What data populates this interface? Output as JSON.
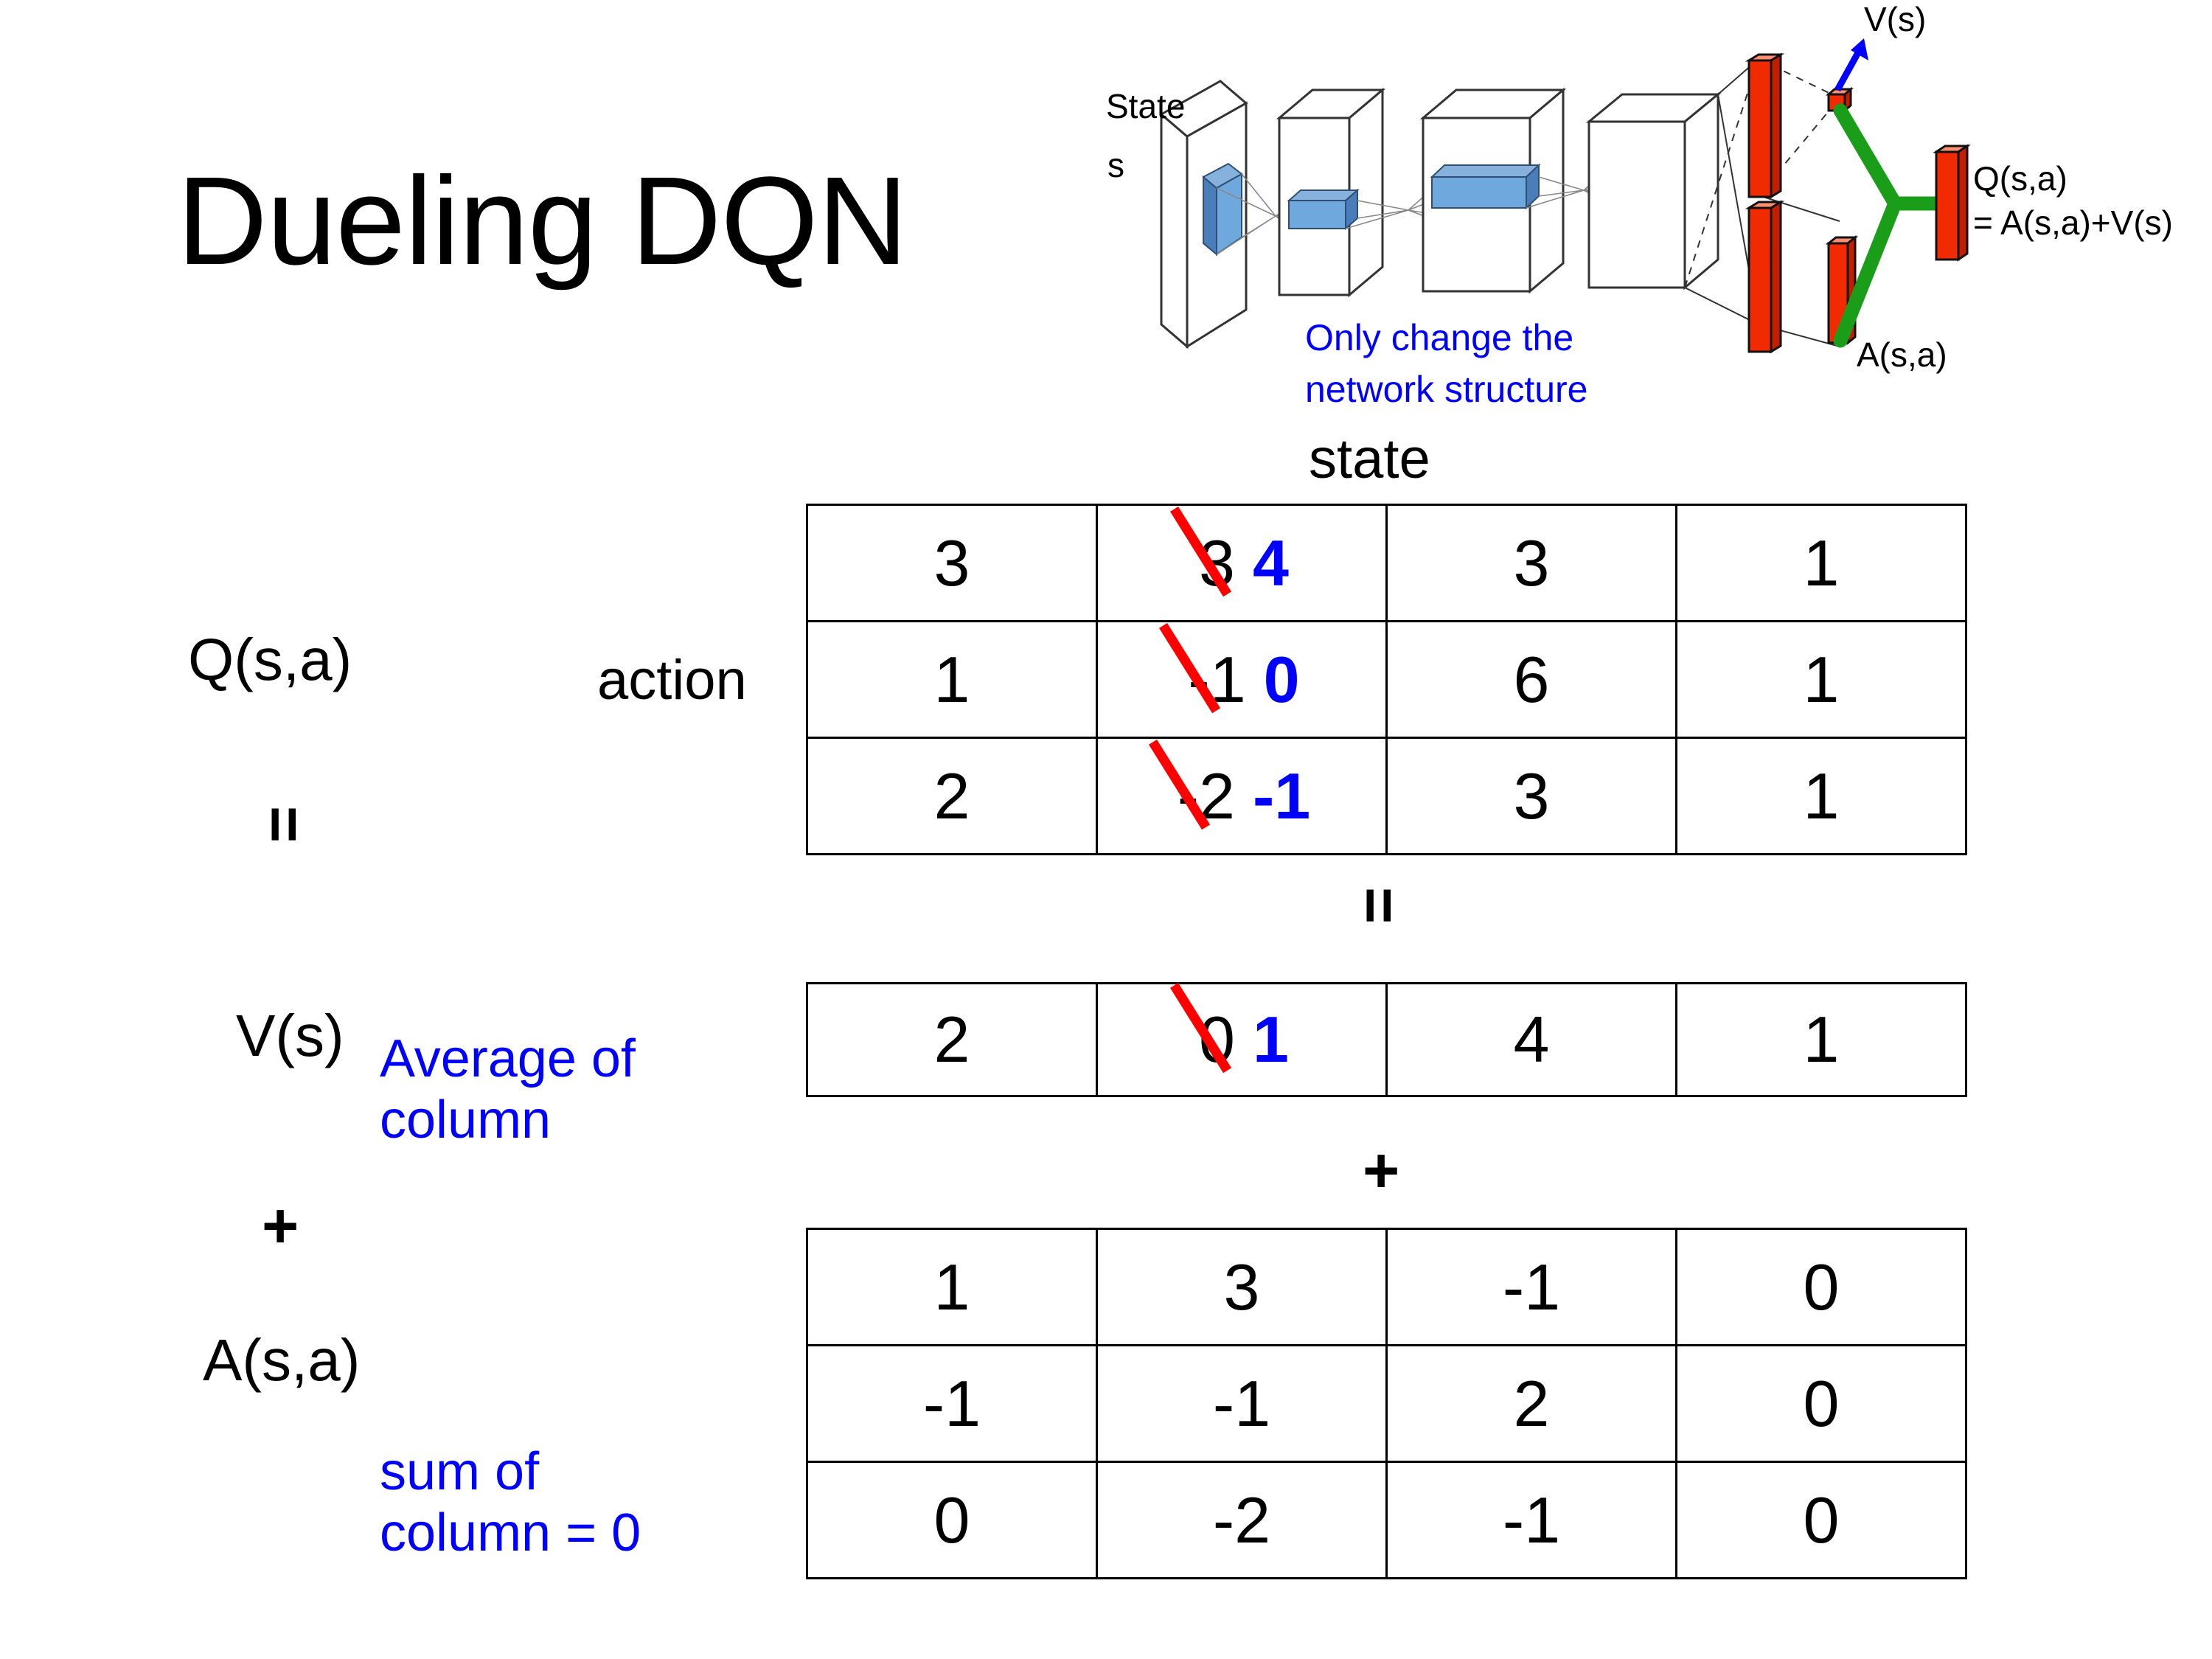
{
  "slide": {
    "title": "Dueling DQN"
  },
  "labels": {
    "q_label": "Q(s,a)",
    "v_label": "V(s)",
    "a_label": "A(s,a)",
    "action_axis": "action",
    "state_axis": "state",
    "equals_left": "=",
    "plus_left": "+",
    "equals_mid": "=",
    "plus_mid": "+"
  },
  "notes": {
    "average_of_column": "Average of\ncolumn",
    "sum_of_column": "sum of\ncolumn = 0",
    "network_note": "Only change the\nnetwork structure"
  },
  "colors": {
    "new_value": "#0000ff",
    "strikethrough": "#ff0000",
    "note_blue": "#0000ff",
    "bar_red": "#ff2a00",
    "join_green": "#1a9e1a",
    "arrow_blue": "#0000ff",
    "filter_blue": "#6fa8dc"
  },
  "tables": {
    "q_table": {
      "name": "Q(s,a)",
      "rows": [
        [
          {
            "value": "3"
          },
          {
            "value": "3",
            "struck": true,
            "new_value": "4"
          },
          {
            "value": "3"
          },
          {
            "value": "1"
          }
        ],
        [
          {
            "value": "1"
          },
          {
            "value": "-1",
            "struck": true,
            "new_value": "0"
          },
          {
            "value": "6"
          },
          {
            "value": "1"
          }
        ],
        [
          {
            "value": "2"
          },
          {
            "value": "-2",
            "struck": true,
            "new_value": "-1"
          },
          {
            "value": "3"
          },
          {
            "value": "1"
          }
        ]
      ]
    },
    "v_table": {
      "name": "V(s)",
      "rows": [
        [
          {
            "value": "2"
          },
          {
            "value": "0",
            "struck": true,
            "new_value": "1"
          },
          {
            "value": "4"
          },
          {
            "value": "1"
          }
        ]
      ]
    },
    "a_table": {
      "name": "A(s,a)",
      "rows": [
        [
          {
            "value": "1"
          },
          {
            "value": "3"
          },
          {
            "value": "-1"
          },
          {
            "value": "0"
          }
        ],
        [
          {
            "value": "-1"
          },
          {
            "value": "-1"
          },
          {
            "value": "2"
          },
          {
            "value": "0"
          }
        ],
        [
          {
            "value": "0"
          },
          {
            "value": "-2"
          },
          {
            "value": "-1"
          },
          {
            "value": "0"
          }
        ]
      ]
    }
  },
  "diagram": {
    "input_label_line1": "State",
    "input_label_line2": "s",
    "value_stream_label": "V(s)",
    "advantage_stream_label": "A(s,a)",
    "output_label_line1": "Q(s,a)",
    "output_label_line2": "= A(s,a)+V(s)",
    "note_line1": "Only change the",
    "note_line2": "network structure"
  }
}
